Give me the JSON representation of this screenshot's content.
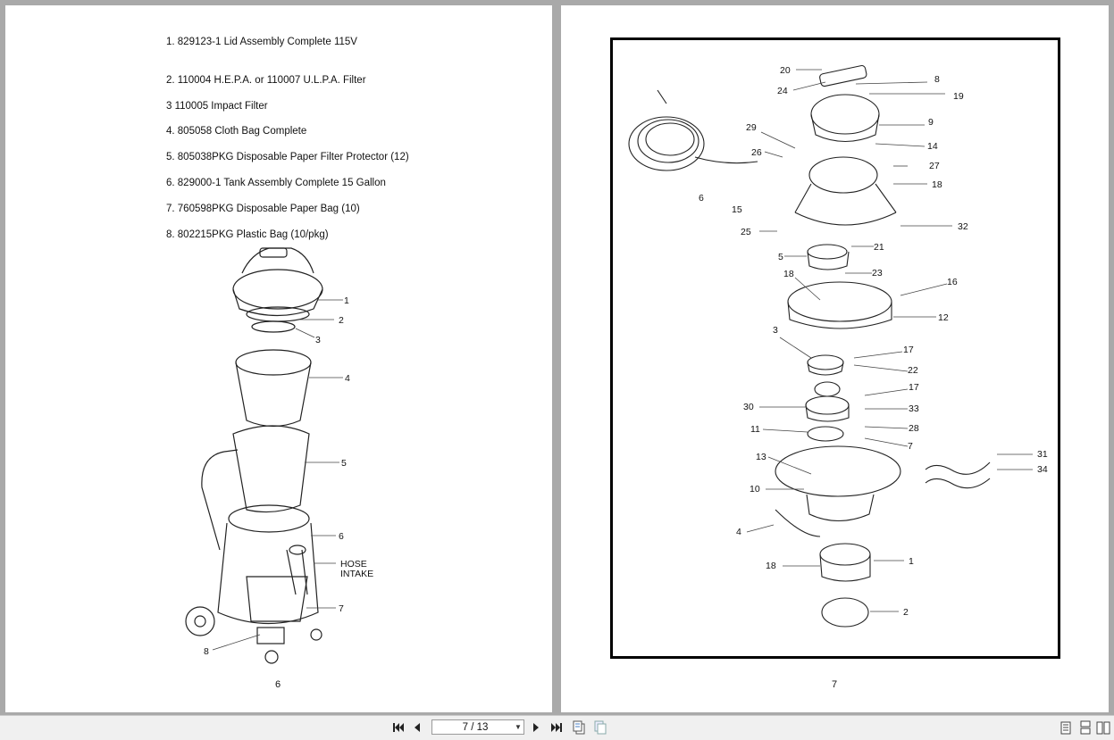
{
  "left_page": {
    "parts": [
      "1.  829123-1 Lid Assembly Complete 115V",
      "2.  110004 H.E.P.A. or 110007 U.L.P.A. Filter",
      "3   110005 Impact Filter",
      "4.  805058 Cloth Bag Complete",
      "5.  805038PKG Disposable Paper Filter Protector (12)",
      "6.  829000-1 Tank Assembly Complete 15 Gallon",
      "7.  760598PKG Disposable Paper Bag (10)",
      "8.  802215PKG Plastic Bag (10/pkg)"
    ],
    "callouts": [
      "1",
      "2",
      "3",
      "4",
      "5",
      "6",
      "7",
      "8"
    ],
    "hose_label_line1": "HOSE",
    "hose_label_line2": "INTAKE",
    "page_number": "6"
  },
  "right_page": {
    "callouts": [
      "20",
      "8",
      "24",
      "19",
      "9",
      "29",
      "14",
      "26",
      "27",
      "18",
      "6",
      "15",
      "32",
      "25",
      "21",
      "5",
      "18",
      "23",
      "16",
      "12",
      "3",
      "17",
      "22",
      "17",
      "30",
      "33",
      "11",
      "28",
      "7",
      "13",
      "31",
      "34",
      "10",
      "4",
      "1",
      "18",
      "2"
    ],
    "page_number": "7"
  },
  "toolbar": {
    "page_indicator": "7 / 13",
    "icons": {
      "first": "first-page-icon",
      "prev": "previous-page-icon",
      "next": "next-page-icon",
      "last": "last-page-icon",
      "go_back": "go-back-icon",
      "go_forward": "go-forward-icon",
      "single_page": "single-page-view-icon",
      "continuous": "continuous-view-icon",
      "facing": "facing-pages-view-icon"
    }
  }
}
